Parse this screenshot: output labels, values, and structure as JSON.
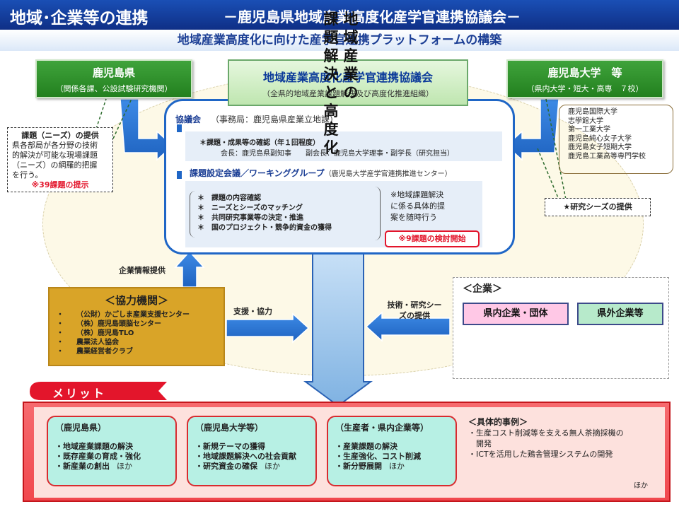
{
  "header": {
    "title": "地域･企業等の連携",
    "council_name": "－鹿児島県地域産業高度化産学官連携協議会－",
    "subtitle": "地域産業高度化に向けた産学官連携プラットフォームの構築"
  },
  "prefecture": {
    "name": "鹿児島県",
    "detail": "（関係各課、公設試験研究機関）"
  },
  "university": {
    "name": "鹿児島大学　等",
    "detail": "（県内大学・短大・高専　７校）",
    "list": [
      "鹿児島国際大学",
      "志學館大学",
      "第一工業大学",
      "鹿児島純心女子大学",
      "鹿児島女子短期大学",
      "鹿児島工業高等専門学校"
    ],
    "seeds_label": "★研究シーズの提供"
  },
  "council": {
    "name": "地域産業高度化産学官連携協議会",
    "detail": "（全県的地域産業課題解決及び高度化推進組織）",
    "section_label": "協議会",
    "secretariat": "（事務局：鹿児島県産業立地課）",
    "confirm_line": "＊課題・成果等の確認（年１回程度）",
    "officers_line": "会長：鹿児島県副知事　　副会長：鹿児島大学理事・副学長（研究担当）",
    "wg_label": "課題設定会議／ワーキンググループ",
    "wg_note": "（鹿児島大学産学官連携推進センター）",
    "wg_items": [
      "課題の内容確認",
      "ニーズとシーズのマッチング",
      "共同研究事業等の決定・推進",
      "国のプロジェクト・競争的資金の獲得"
    ],
    "wg_side_note": [
      "※地域課題解決",
      "に係る具体的提",
      "案を随時行う"
    ],
    "review_badge": "※9課題の検討開始"
  },
  "needs": {
    "heading": "課題（ニーズ）の提供",
    "lines": [
      "県各部局が各分野の技術",
      "的解決が可能な現場課題",
      "（ニーズ）の網羅的把握",
      "を行う。"
    ],
    "red_note": "※39課題の提示"
  },
  "cooperating": {
    "heading": "＜協力機関＞",
    "bullet": "・",
    "items": [
      "（公財）かごしま産業支援センター",
      "（株）鹿児島頭脳センター",
      "（株）鹿児島TLO",
      "農業法人協会",
      "農業経営者クラブ"
    ],
    "info_label": "企業情報提供",
    "support_label": "支援・協力"
  },
  "central_arrow": {
    "col1": "地域産業の",
    "col2": "課題解決と高度化"
  },
  "enterprise": {
    "heading": "＜企業＞",
    "in_pref": "県内企業・団体",
    "out_pref": "県外企業等",
    "tech_label": [
      "技術・研究シー",
      "ズの提供"
    ]
  },
  "merit": {
    "banner": "メリット",
    "cards": [
      {
        "title": "（鹿児島県）",
        "items": [
          "・地域産業課題の解決",
          "・既存産業の育成・強化",
          "・新産業の創出"
        ],
        "etc": "ほか"
      },
      {
        "title": "（鹿児島大学等）",
        "items": [
          "・新規テーマの獲得",
          "・地域課題解決への社会貢献",
          "・研究資金の確保"
        ],
        "etc": "ほか"
      },
      {
        "title": "（生産者・県内企業等）",
        "items": [
          "・産業課題の解決",
          "・生産強化、コスト削減",
          "・新分野展開"
        ],
        "etc": "ほか"
      }
    ],
    "cases_heading": "＜具体的事例＞",
    "cases": [
      "・生産コスト削減等を支える無人茶摘採機の",
      "　開発",
      "・ICTを活用した鶏舎管理システムの開発"
    ],
    "cases_etc": "ほか"
  },
  "colors": {
    "header_blue": "#1a4fb5",
    "green": "#23801f",
    "accent_red": "#e3152b",
    "gold": "#d9a428",
    "pink": "#ffc8e6",
    "mint": "#b7eacb"
  }
}
